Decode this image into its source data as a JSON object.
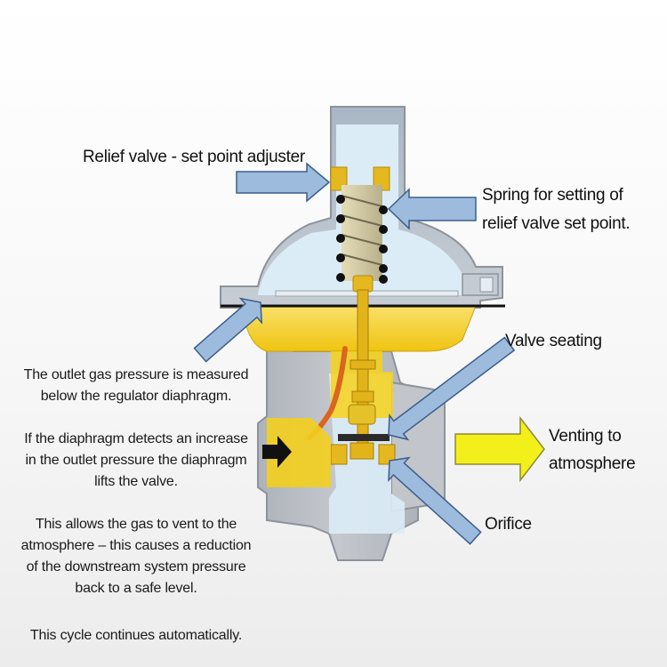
{
  "labels": {
    "relief_adjuster": "Relief valve - set point adjuster",
    "spring_line1": "Spring for setting of",
    "spring_line2": "relief valve set point.",
    "valve_seating": "Valve seating",
    "venting_line1": "Venting to",
    "venting_line2": "atmosphere",
    "orifice": "Orifice"
  },
  "description": {
    "p1_line1": "The outlet gas pressure is measured",
    "p1_line2": "below the regulator diaphragm.",
    "p2_line1": "If the diaphragm detects an increase",
    "p2_line2": "in the outlet pressure the diaphragm",
    "p2_line3": "lifts the valve.",
    "p3_line1": "This allows the gas to vent to the",
    "p3_line2": "atmosphere – this causes a reduction",
    "p3_line3": "of the downstream system pressure",
    "p3_line4": "back to a safe level.",
    "p4_line1": "This cycle continues automatically."
  },
  "colors": {
    "body_grey": "#b5b9bf",
    "dome_blue": "#d9eaf6",
    "brass_yellow": "#f6d21a",
    "pointer_arrow_fill": "#9dbbdd",
    "pointer_arrow_stroke": "#3b5f8c",
    "vent_arrow_fill": "#f3ef1a",
    "pipe_orange": "#d9661f",
    "inlet_arrow": "#111111"
  }
}
